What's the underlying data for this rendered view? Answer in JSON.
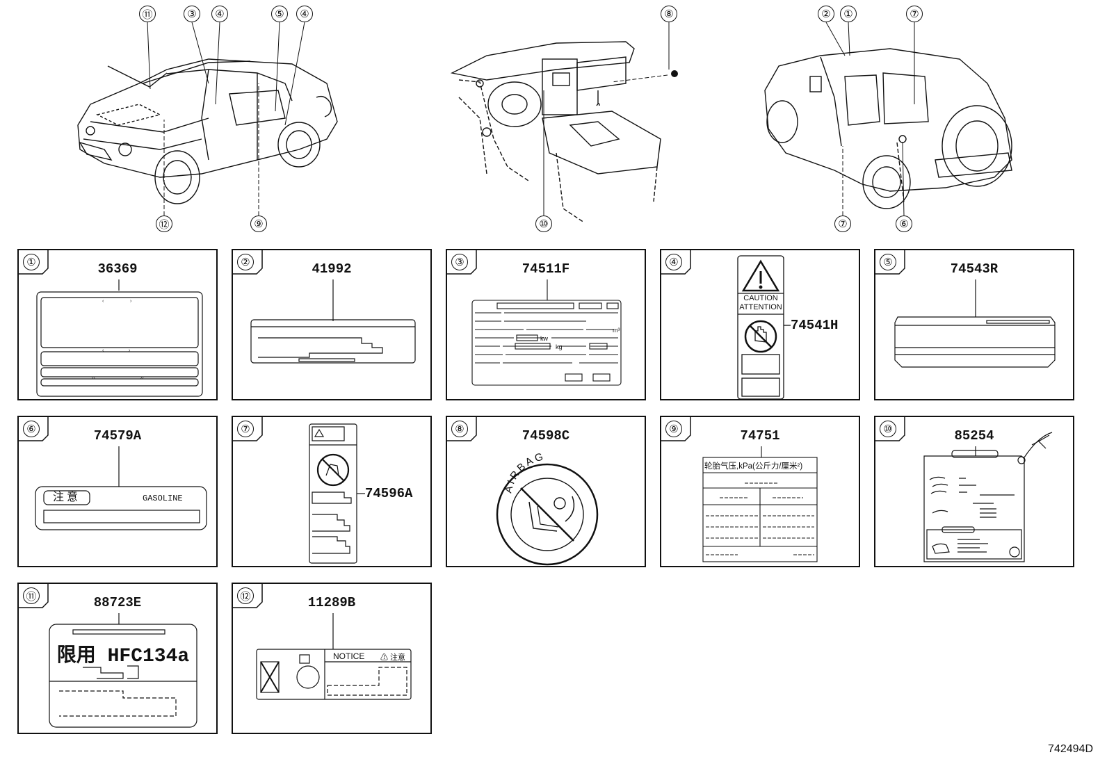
{
  "callouts": {
    "c11": "⑪",
    "c3": "③",
    "c4a": "④",
    "c5": "⑤",
    "c4b": "④",
    "c8": "⑧",
    "c2": "②",
    "c1": "①",
    "c7a": "⑦",
    "c12": "⑫",
    "c9": "⑨",
    "c10": "⑩",
    "c7b": "⑦",
    "c6": "⑥"
  },
  "panels": [
    {
      "num": "①",
      "part": "36369"
    },
    {
      "num": "②",
      "part": "41992"
    },
    {
      "num": "③",
      "part": "74511F"
    },
    {
      "num": "④",
      "part": "74541H"
    },
    {
      "num": "⑤",
      "part": "74543R"
    },
    {
      "num": "⑥",
      "part": "74579A"
    },
    {
      "num": "⑦",
      "part": "74596A"
    },
    {
      "num": "⑧",
      "part": "74598C"
    },
    {
      "num": "⑨",
      "part": "74751"
    },
    {
      "num": "⑩",
      "part": "85254"
    },
    {
      "num": "⑪",
      "part": "88723E"
    },
    {
      "num": "⑫",
      "part": "11289B"
    }
  ],
  "label_text": {
    "caution": "CAUTION",
    "attention": "ATTENTION",
    "chuui": "注意",
    "gasoline": "GASOLINE",
    "airbag": "AIRBAG",
    "tire_pressure": "轮胎气压,kPa(公斤力/厘米²)",
    "hfc": "限用 HFC134a",
    "notice": "NOTICE",
    "notice_jp": "⚠ 注意",
    "kw": "kw",
    "kg": "kg",
    "m3": "m³"
  },
  "figure_ref": "742494D"
}
